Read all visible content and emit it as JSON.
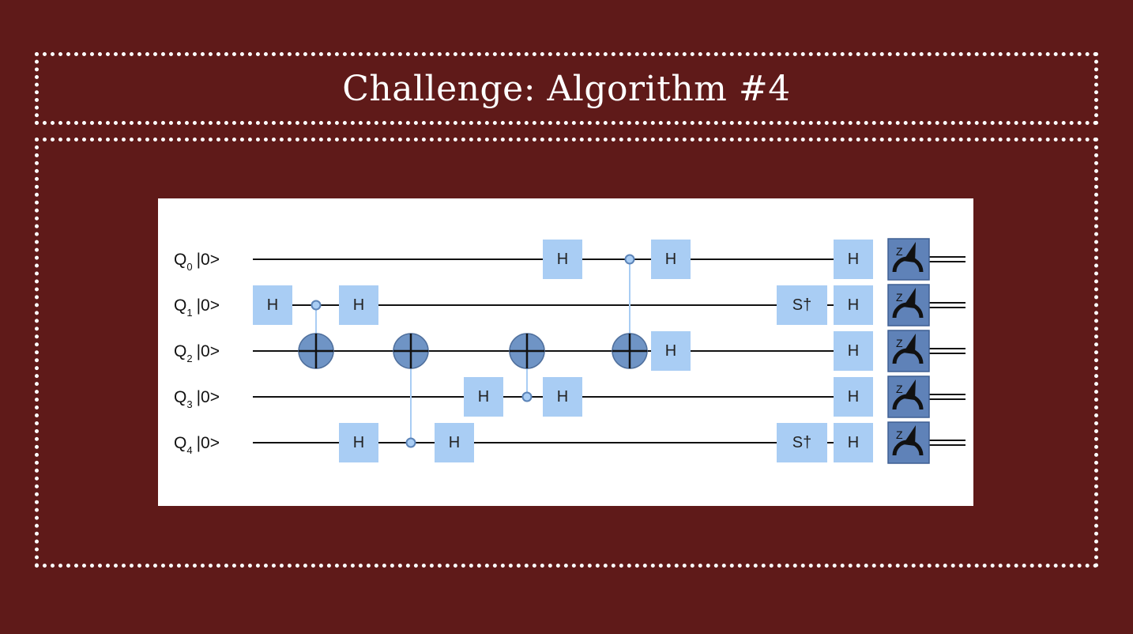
{
  "slide": {
    "title": "Challenge: Algorithm #4"
  },
  "colors": {
    "background": "#5f1a19",
    "border": "#ffffff",
    "gate_fill": "#a9cdf4",
    "cnot_target_fill": "#6f94c5",
    "measure_fill": "#5f82b8"
  },
  "circuit": {
    "qubits": [
      {
        "name": "Q",
        "index": "0",
        "state": "|0>"
      },
      {
        "name": "Q",
        "index": "1",
        "state": "|0>"
      },
      {
        "name": "Q",
        "index": "2",
        "state": "|0>"
      },
      {
        "name": "Q",
        "index": "3",
        "state": "|0>"
      },
      {
        "name": "Q",
        "index": "4",
        "state": "|0>"
      }
    ],
    "gates": [
      {
        "type": "H",
        "label": "H",
        "qubit": 1,
        "step": 0
      },
      {
        "type": "CNOT",
        "control": 1,
        "target": 2,
        "step": 1
      },
      {
        "type": "H",
        "label": "H",
        "qubit": 1,
        "step": 2
      },
      {
        "type": "H",
        "label": "H",
        "qubit": 4,
        "step": 2
      },
      {
        "type": "CNOT",
        "control": 4,
        "target": 2,
        "step": 3
      },
      {
        "type": "H",
        "label": "H",
        "qubit": 4,
        "step": 4
      },
      {
        "type": "H",
        "label": "H",
        "qubit": 3,
        "step": 5
      },
      {
        "type": "CNOT",
        "control": 3,
        "target": 2,
        "step": 6
      },
      {
        "type": "H",
        "label": "H",
        "qubit": 3,
        "step": 7
      },
      {
        "type": "H",
        "label": "H",
        "qubit": 0,
        "step": 7
      },
      {
        "type": "CNOT",
        "control": 0,
        "target": 2,
        "step": 8
      },
      {
        "type": "H",
        "label": "H",
        "qubit": 0,
        "step": 9
      },
      {
        "type": "H",
        "label": "H",
        "qubit": 2,
        "step": 9
      },
      {
        "type": "Sdg",
        "label": "S†",
        "qubit": 1,
        "step": 10
      },
      {
        "type": "Sdg",
        "label": "S†",
        "qubit": 4,
        "step": 10
      },
      {
        "type": "H",
        "label": "H",
        "qubit": 0,
        "step": 11
      },
      {
        "type": "H",
        "label": "H",
        "qubit": 1,
        "step": 11
      },
      {
        "type": "H",
        "label": "H",
        "qubit": 2,
        "step": 11
      },
      {
        "type": "H",
        "label": "H",
        "qubit": 3,
        "step": 11
      },
      {
        "type": "H",
        "label": "H",
        "qubit": 4,
        "step": 11
      }
    ],
    "measurements": [
      {
        "qubit": 0,
        "basis": "Z"
      },
      {
        "qubit": 1,
        "basis": "Z"
      },
      {
        "qubit": 2,
        "basis": "Z"
      },
      {
        "qubit": 3,
        "basis": "Z"
      },
      {
        "qubit": 4,
        "basis": "Z"
      }
    ]
  }
}
